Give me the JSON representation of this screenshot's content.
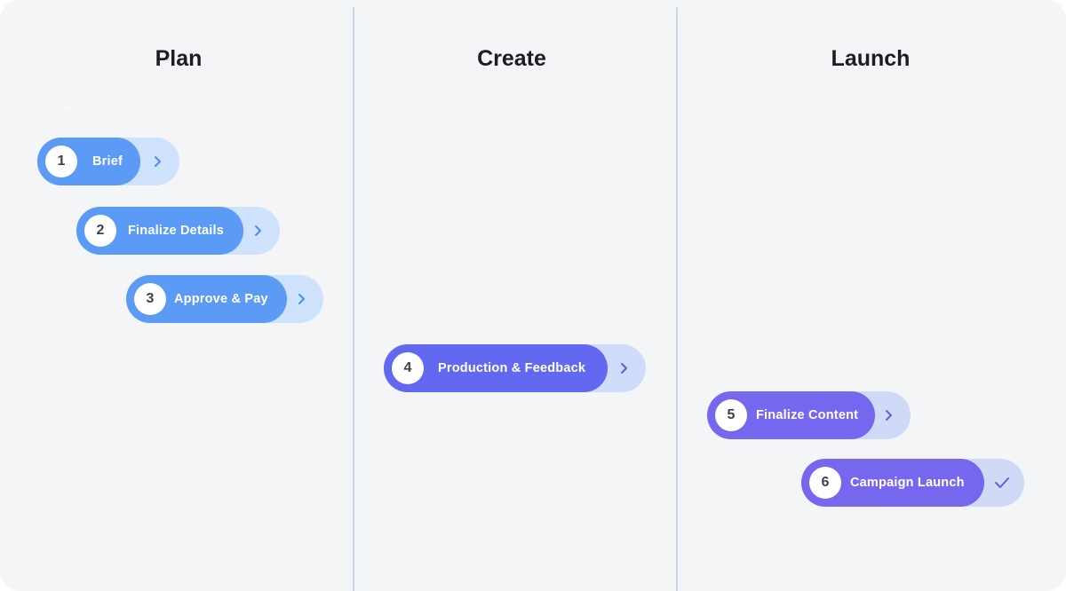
{
  "columns": [
    {
      "title": "Plan"
    },
    {
      "title": "Create"
    },
    {
      "title": "Launch"
    }
  ],
  "steps": [
    {
      "number": "1",
      "label": "Brief",
      "icon": "chevron-right-icon"
    },
    {
      "number": "2",
      "label": "Finalize Details",
      "icon": "chevron-right-icon"
    },
    {
      "number": "3",
      "label": "Approve & Pay",
      "icon": "chevron-right-icon"
    },
    {
      "number": "4",
      "label": "Production & Feedback",
      "icon": "chevron-right-icon"
    },
    {
      "number": "5",
      "label": "Finalize Content",
      "icon": "chevron-right-icon"
    },
    {
      "number": "6",
      "label": "Campaign Launch",
      "icon": "check-icon"
    }
  ],
  "colors": {
    "plan_pill": "#5b9af5",
    "create_pill": "#6269f0",
    "launch_pill": "#7668ee",
    "pill_track": "#cfe2fb",
    "background": "#f4f5f7",
    "divider": "#c9d8f0"
  }
}
